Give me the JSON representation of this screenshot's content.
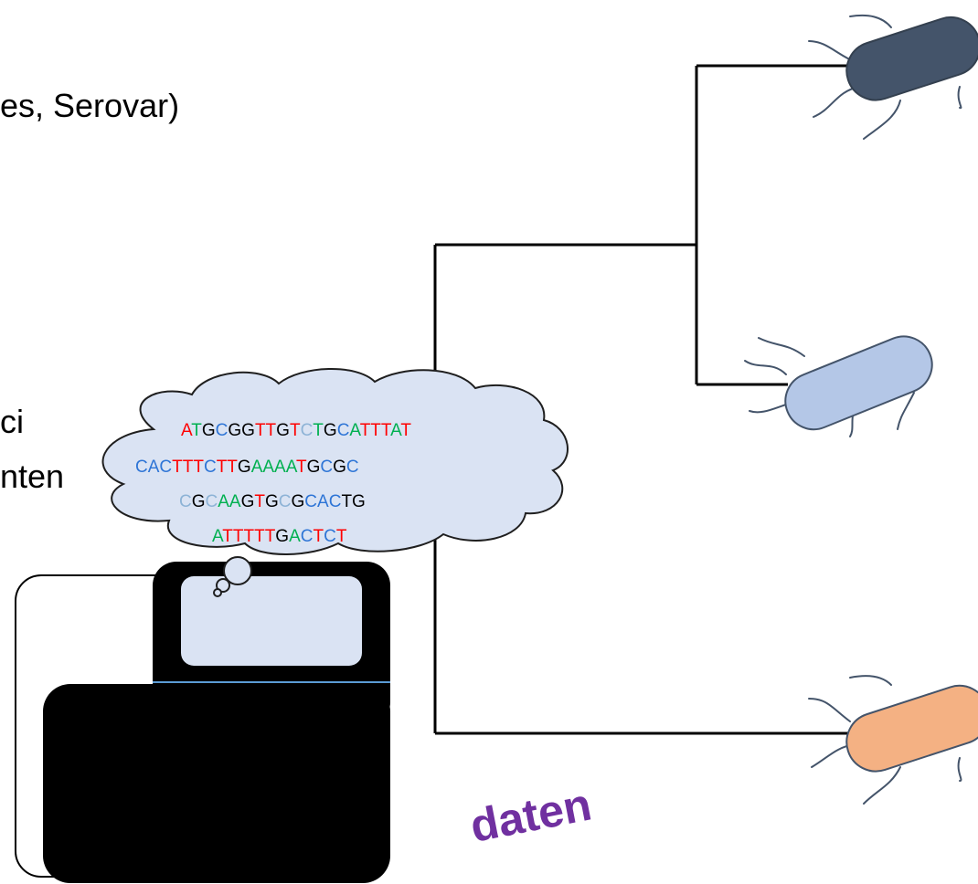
{
  "text_fragments": {
    "top_fragment": "es, Serovar)",
    "mid_fragment_1": "ci",
    "mid_fragment_2": "nten",
    "bottom_purple": "daten"
  },
  "dna_cloud": {
    "lines": [
      [
        {
          "t": "A",
          "c": "red"
        },
        {
          "t": "T",
          "c": "green"
        },
        {
          "t": "G",
          "c": "black"
        },
        {
          "t": "C",
          "c": "blue"
        },
        {
          "t": "GG",
          "c": "black"
        },
        {
          "t": "TT",
          "c": "red"
        },
        {
          "t": "G",
          "c": "black"
        },
        {
          "t": "T",
          "c": "red"
        },
        {
          "t": "C",
          "c": "lightblue"
        },
        {
          "t": "T",
          "c": "green"
        },
        {
          "t": "G",
          "c": "black"
        },
        {
          "t": "C",
          "c": "blue"
        },
        {
          "t": "A",
          "c": "green"
        },
        {
          "t": "TTT",
          "c": "red"
        },
        {
          "t": "A",
          "c": "green"
        },
        {
          "t": "T",
          "c": "red"
        }
      ],
      [
        {
          "t": "CAC",
          "c": "blue"
        },
        {
          "t": "TTT",
          "c": "red"
        },
        {
          "t": "C",
          "c": "blue"
        },
        {
          "t": "TT",
          "c": "red"
        },
        {
          "t": "G",
          "c": "black"
        },
        {
          "t": "AAAA",
          "c": "green"
        },
        {
          "t": "T",
          "c": "red"
        },
        {
          "t": "G",
          "c": "black"
        },
        {
          "t": "C",
          "c": "blue"
        },
        {
          "t": "G",
          "c": "black"
        },
        {
          "t": "C",
          "c": "blue"
        }
      ],
      [
        {
          "t": "C",
          "c": "lightblue"
        },
        {
          "t": "G",
          "c": "black"
        },
        {
          "t": "C",
          "c": "lightblue"
        },
        {
          "t": "AA",
          "c": "green"
        },
        {
          "t": "G",
          "c": "black"
        },
        {
          "t": "T",
          "c": "red"
        },
        {
          "t": "G",
          "c": "black"
        },
        {
          "t": "C",
          "c": "lightblue"
        },
        {
          "t": "G",
          "c": "black"
        },
        {
          "t": "CA",
          "c": "blue"
        },
        {
          "t": "C",
          "c": "blue"
        },
        {
          "t": "TG",
          "c": "black"
        }
      ],
      [
        {
          "t": "A",
          "c": "green"
        },
        {
          "t": "TTTTT",
          "c": "red"
        },
        {
          "t": "G",
          "c": "black"
        },
        {
          "t": "A",
          "c": "green"
        },
        {
          "t": "C",
          "c": "blue"
        },
        {
          "t": "T",
          "c": "red"
        },
        {
          "t": "C",
          "c": "blue"
        },
        {
          "t": "T",
          "c": "red"
        }
      ]
    ]
  },
  "colors": {
    "red": "#ff0000",
    "green": "#00b050",
    "blue": "#2e75d6",
    "lightblue": "#8db3d6",
    "black": "#000000",
    "cloud_fill": "#dae3f3",
    "cloud_stroke": "#1f1f1f",
    "bacterium_dark": "#44546a",
    "bacterium_light": "#b4c7e7",
    "bacterium_orange": "#f4b183",
    "flagella": "#44546a",
    "sequencer_body": "#000000",
    "sequencer_screen": "#dae3f3",
    "sequencer_stripe": "#5b9bd5",
    "title_purple": "#7030a0"
  },
  "icons": {
    "tree": "phylogenetic-tree",
    "bacterium_1": "dark-slate-bacterium-icon",
    "bacterium_2": "light-blue-bacterium-icon",
    "bacterium_3": "orange-bacterium-icon",
    "sequencer": "sequencer-machine-icon",
    "thought_cloud": "thought-cloud-icon"
  }
}
